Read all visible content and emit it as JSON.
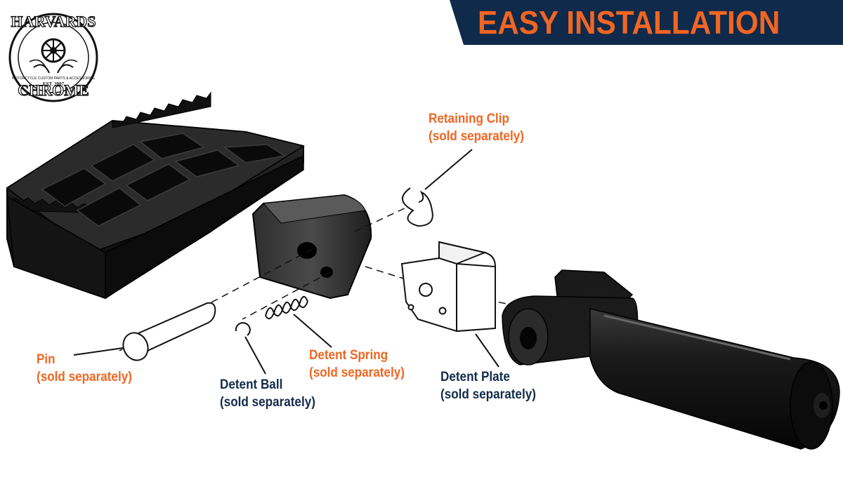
{
  "banner": {
    "title": "EASY INSTALLATION",
    "background_color": "#0f2a4a",
    "title_color": "#f26522"
  },
  "logo": {
    "text_top": "HARVARDS",
    "text_bottom": "CHROME",
    "ring_text": "MOTORCYCLE CUSTOM PARTS & ACCESSORIES",
    "est": "EST. 2007",
    "icon": "wheel-wings-logo"
  },
  "callouts": {
    "retaining_clip": {
      "name": "Retaining Clip",
      "note": "(sold separately)",
      "color": "#f26522"
    },
    "pin": {
      "name": "Pin",
      "note": "(sold separately)",
      "color": "#f26522"
    },
    "detent_spring": {
      "name": "Detent Spring",
      "note": "(sold separately)",
      "color": "#f26522"
    },
    "detent_ball": {
      "name": "Detent Ball",
      "note": "(sold separately)",
      "color": "#132a4a"
    },
    "detent_plate": {
      "name": "Detent Plate",
      "note": "(sold separately)",
      "color": "#132a4a"
    }
  },
  "parts": {
    "foot_peg": "foot-peg-pad",
    "mount_arm": "peg-mount-arm",
    "clevis_mount": "clevis-mount-cylinder"
  }
}
